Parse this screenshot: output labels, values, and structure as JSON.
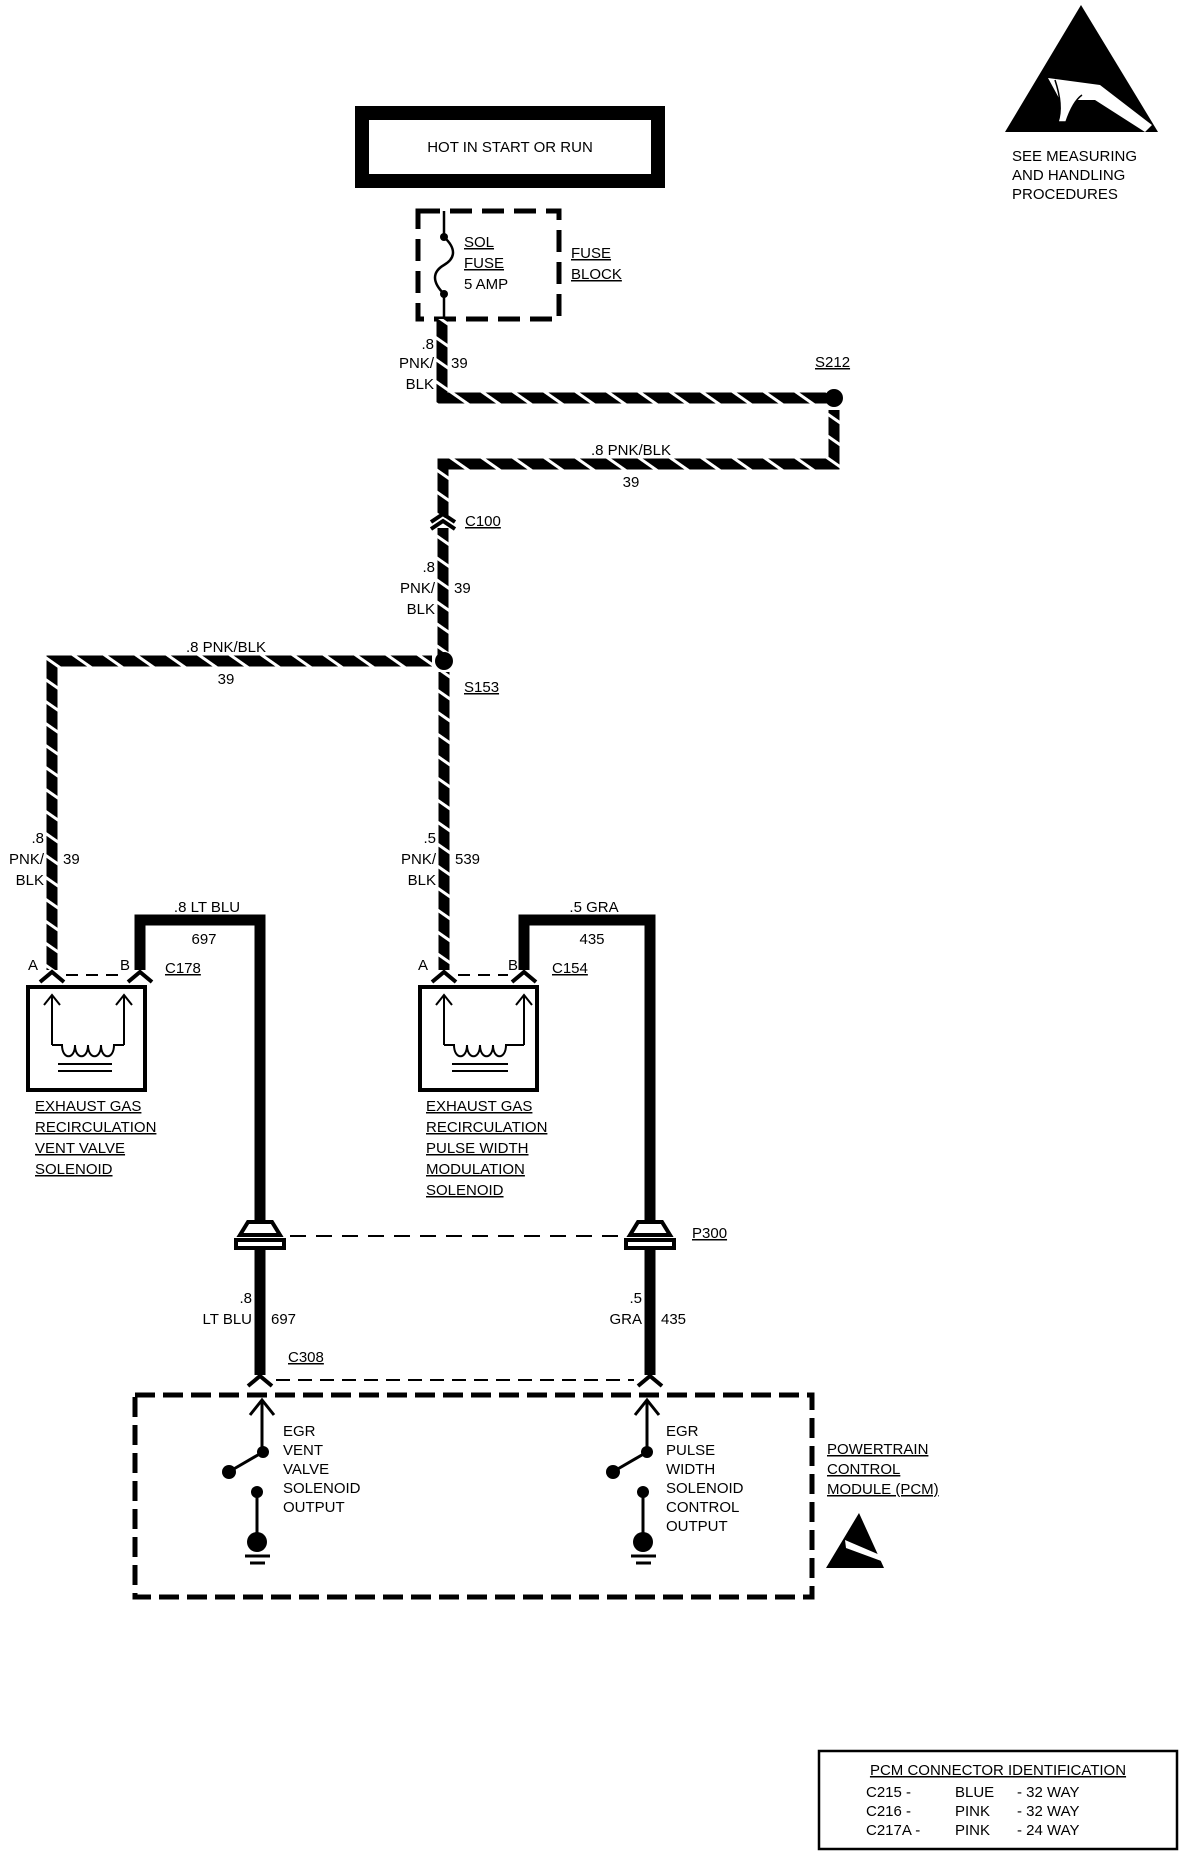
{
  "power_box": {
    "label": "HOT IN START OR RUN"
  },
  "esd_warning": {
    "lines": [
      "SEE MEASURING",
      "AND HANDLING",
      "PROCEDURES"
    ]
  },
  "fuse": {
    "lines": [
      "SOL",
      "FUSE",
      "5 AMP"
    ],
    "block_label": [
      "FUSE",
      "BLOCK"
    ]
  },
  "wires": {
    "w1": {
      "gauge": ".8",
      "color_lines": [
        "PNK/",
        "BLK"
      ],
      "circuit": "39"
    },
    "w2": {
      "label": ".8 PNK/BLK",
      "circuit": "39"
    },
    "w3": {
      "gauge": ".8",
      "color_lines": [
        "PNK/",
        "BLK"
      ],
      "circuit": "39"
    },
    "w4": {
      "label": ".8 PNK/BLK",
      "circuit": "39"
    },
    "w5": {
      "gauge": ".8",
      "color_lines": [
        "PNK/",
        "BLK"
      ],
      "circuit": "39"
    },
    "w6": {
      "gauge": ".5",
      "color_lines": [
        "PNK/",
        "BLK"
      ],
      "circuit": "539"
    },
    "w7": {
      "label": ".8 LT BLU",
      "circuit": "697"
    },
    "w8": {
      "label": ".5 GRA",
      "circuit": "435"
    },
    "w9": {
      "gauge": ".8",
      "color": "LT BLU",
      "circuit": "697"
    },
    "w10": {
      "gauge": ".5",
      "color": "GRA",
      "circuit": "435"
    }
  },
  "splices": {
    "s212": "S212",
    "s153": "S153"
  },
  "connectors": {
    "c100": "C100",
    "c178": "C178",
    "c154": "C154",
    "p300": "P300",
    "c308": "C308",
    "pin_a": "A",
    "pin_b": "B"
  },
  "components": {
    "vent_solenoid": {
      "lines": [
        "EXHAUST GAS",
        "RECIRCULATION",
        "VENT VALVE",
        "SOLENOID"
      ]
    },
    "pwm_solenoid": {
      "lines": [
        "EXHAUST GAS",
        "RECIRCULATION",
        "PULSE WIDTH",
        "MODULATION",
        "SOLENOID"
      ]
    },
    "pcm": {
      "lines": [
        "POWERTRAIN",
        "CONTROL",
        "MODULE (PCM)"
      ]
    },
    "pcm_vent_output": {
      "lines": [
        "EGR",
        "VENT",
        "VALVE",
        "SOLENOID",
        "OUTPUT"
      ]
    },
    "pcm_pwm_output": {
      "lines": [
        "EGR",
        "PULSE",
        "WIDTH",
        "SOLENOID",
        "CONTROL",
        "OUTPUT"
      ]
    }
  },
  "connector_table": {
    "title": "PCM CONNECTOR IDENTIFICATION",
    "rows": [
      {
        "id": "C215 -",
        "color": "BLUE",
        "ways": "- 32 WAY"
      },
      {
        "id": "C216 -",
        "color": "PINK",
        "ways": "- 32 WAY"
      },
      {
        "id": "C217A -",
        "color": "PINK",
        "ways": "- 24 WAY"
      }
    ]
  }
}
